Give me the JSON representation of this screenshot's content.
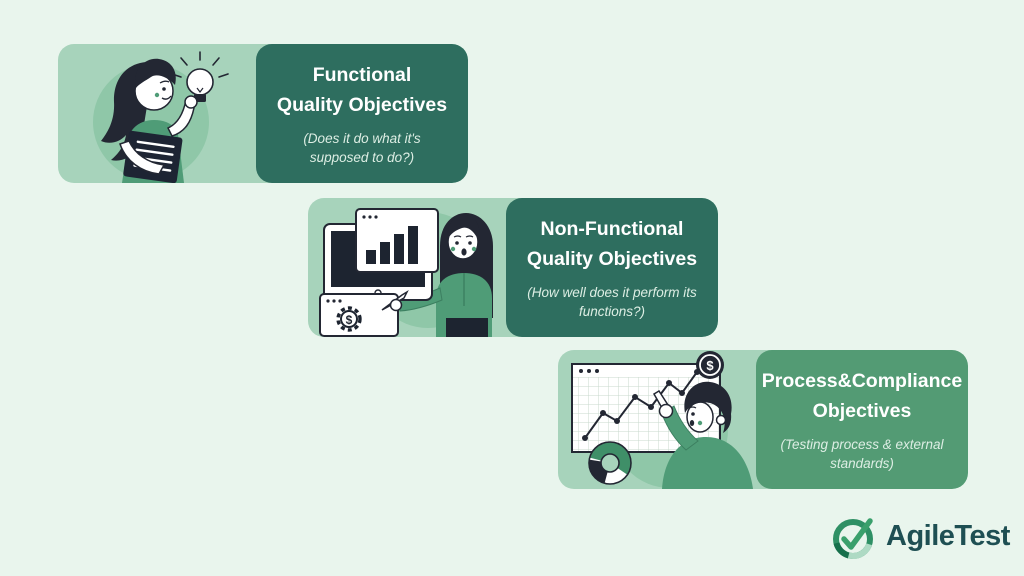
{
  "page": {
    "background_color": "#e9f5ed",
    "card_light_color": "#a7d3bb",
    "illustration_circle_color": "#8fc7a8",
    "illustration_green": "#4f9c77",
    "illustration_ink": "#232733"
  },
  "cards": [
    {
      "id": "functional-quality-objectives",
      "title_line1": "Functional",
      "title_line2": "Quality Objectives",
      "subtitle_line1": "(Does it do what it's",
      "subtitle_line2": "supposed to do?)",
      "panel_color": "#2e6e5f",
      "illustration": "woman-holding-lightbulb-illustration"
    },
    {
      "id": "non-functional-quality-objectives",
      "title_line1": "Non-Functional",
      "title_line2": "Quality Objectives",
      "subtitle_line1": "(How well does it perform its",
      "subtitle_line2": "functions?)",
      "panel_color": "#2e6e5f",
      "illustration": "woman-with-monitor-bar-chart-illustration"
    },
    {
      "id": "process-compliance-objectives",
      "title_line1": "Process&Compliance",
      "title_line2": "Objectives",
      "subtitle_line1": "(Testing process & external",
      "subtitle_line2": "standards)",
      "panel_color": "#539b74",
      "illustration": "man-pointing-line-chart-illustration"
    }
  ],
  "logo": {
    "text": "AgileTest",
    "icon": "check-circle-icon",
    "text_color": "#1e4f53",
    "icon_ring_color": "#2f9065",
    "icon_ring_light_color": "#aedac4",
    "icon_ring_dark_color": "#17704c",
    "icon_check_color": "#3aa06c"
  }
}
